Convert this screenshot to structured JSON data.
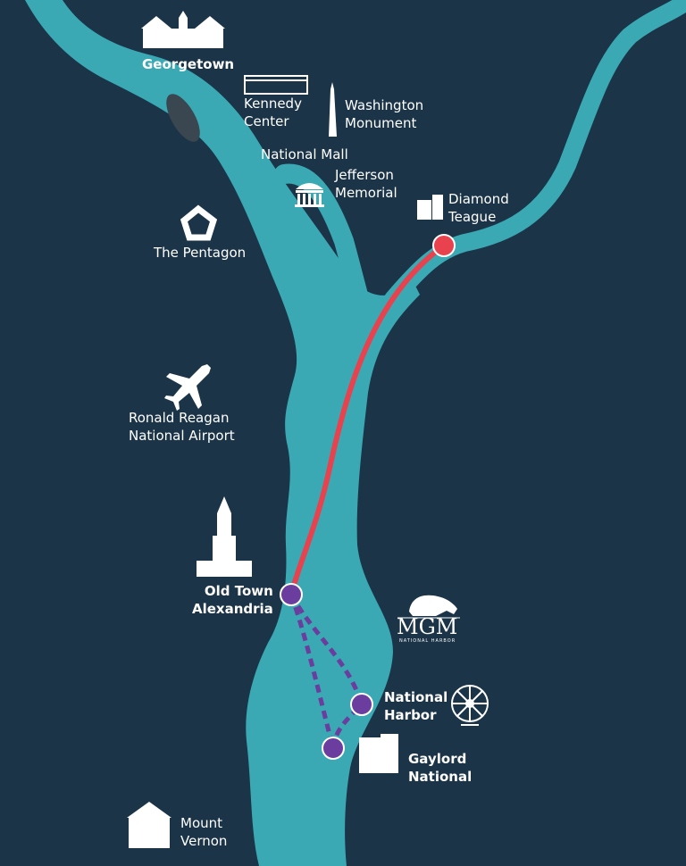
{
  "colors": {
    "background": "#1b3448",
    "river": "#3aa9b4",
    "island": "#3a4650",
    "water_taxi_route": "#e8424f",
    "ferry_route": "#6b3d9e"
  },
  "places": {
    "georgetown": "Georgetown",
    "kennedy_center": "Kennedy\nCenter",
    "washington_monument": "Washington\nMonument",
    "national_mall": "National Mall",
    "jefferson_memorial": "Jefferson\nMemorial",
    "diamond_teague": "Diamond\nTeague",
    "pentagon": "The Pentagon",
    "airport": "Ronald Reagan\nNational Airport",
    "old_town": "Old Town\nAlexandria",
    "mgm": "MGM",
    "mgm_sub": "NATIONAL HARBOR",
    "national_harbor": "National\nHarbor",
    "gaylord": "Gaylord\nNational",
    "mount_vernon": "Mount\nVernon"
  },
  "icons": [
    "georgetown-building-icon",
    "kennedy-center-icon",
    "washington-monument-icon",
    "jefferson-memorial-icon",
    "diamond-teague-building-icon",
    "pentagon-icon",
    "airplane-icon",
    "old-town-tower-icon",
    "mgm-lion-logo",
    "ferris-wheel-icon",
    "gaylord-hotel-icon",
    "mount-vernon-house-icon"
  ],
  "routes": [
    {
      "from": "Diamond Teague",
      "to": "Old Town Alexandria",
      "style": "solid",
      "color": "red"
    },
    {
      "from": "Old Town Alexandria",
      "to": "National Harbor",
      "style": "dashed",
      "color": "purple"
    },
    {
      "from": "Old Town Alexandria",
      "to": "Gaylord National",
      "style": "dashed",
      "color": "purple"
    },
    {
      "from": "Gaylord National",
      "to": "National Harbor",
      "style": "dashed",
      "color": "purple"
    }
  ]
}
